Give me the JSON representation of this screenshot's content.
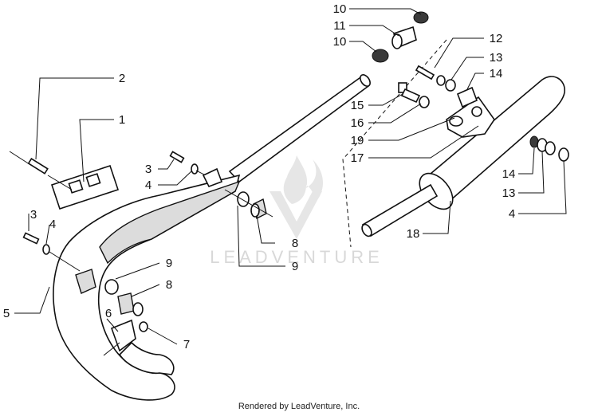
{
  "watermark": {
    "text": "LEADVENTURE"
  },
  "credit": {
    "text": "Rendered by LeadVenture, Inc."
  },
  "callouts": [
    "10",
    "11",
    "10",
    "12",
    "13",
    "14",
    "15",
    "16",
    "19",
    "17",
    "2",
    "1",
    "3",
    "4",
    "3",
    "4",
    "8",
    "9",
    "9",
    "8",
    "5",
    "6",
    "7",
    "14",
    "13",
    "4",
    "18"
  ]
}
